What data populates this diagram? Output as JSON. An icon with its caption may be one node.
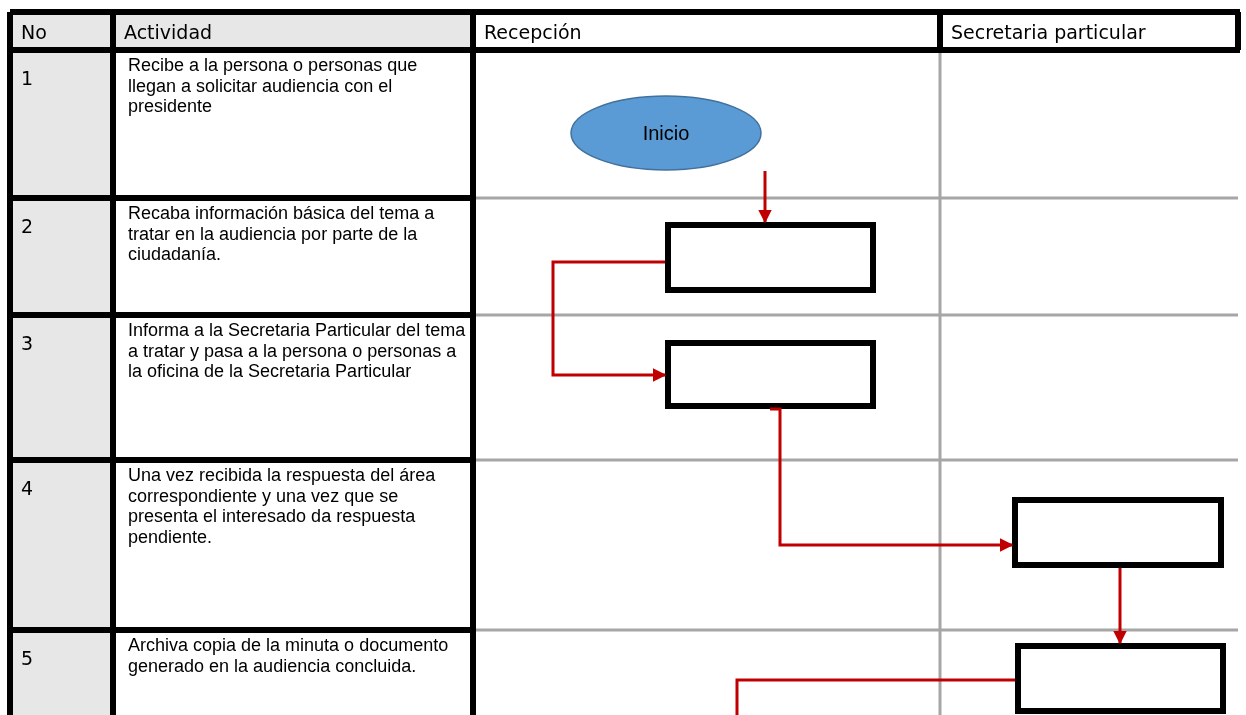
{
  "diagram": {
    "nodes": [
      {
        "text": [
          "Inicio"
        ]
      },
      {
        "text": [],
        "shape": "box"
      },
      {
        "text": [],
        "shape": "box"
      },
      {
        "text": [],
        "shape": "box"
      },
      {
        "text": [],
        "shape": "box"
      }
    ],
    "edges": [
      {
        "from": 0,
        "to": 1,
        "arrow": "to"
      },
      {
        "from": 1,
        "to": 2,
        "arrow": "to"
      },
      {
        "from": 2,
        "to": 3,
        "arrow": "to"
      },
      {
        "from": 3,
        "to": 4,
        "arrow": "to"
      },
      {
        "from": 4,
        "to": null,
        "arrow": "none"
      }
    ],
    "labels": [
      "No",
      "Actividad",
      "Recepción",
      "Secretaria particular",
      "1",
      "Recibe a la persona o personas que llegan a solicitar audiencia con el presidente",
      "2",
      "Recaba información básica del tema a tratar en la audiencia por parte de la ciudadanía.",
      "3",
      "Informa a la Secretaria Particular del tema a tratar y pasa a la persona o personas a la oficina de la Secretaria Particular",
      "4",
      "Una vez recibida la respuesta del área correspondiente y una vez que se presenta el interesado da respuesta pendiente.",
      "5",
      "Archiva copia de la minuta o documento generado en la audiencia concluida."
    ]
  }
}
